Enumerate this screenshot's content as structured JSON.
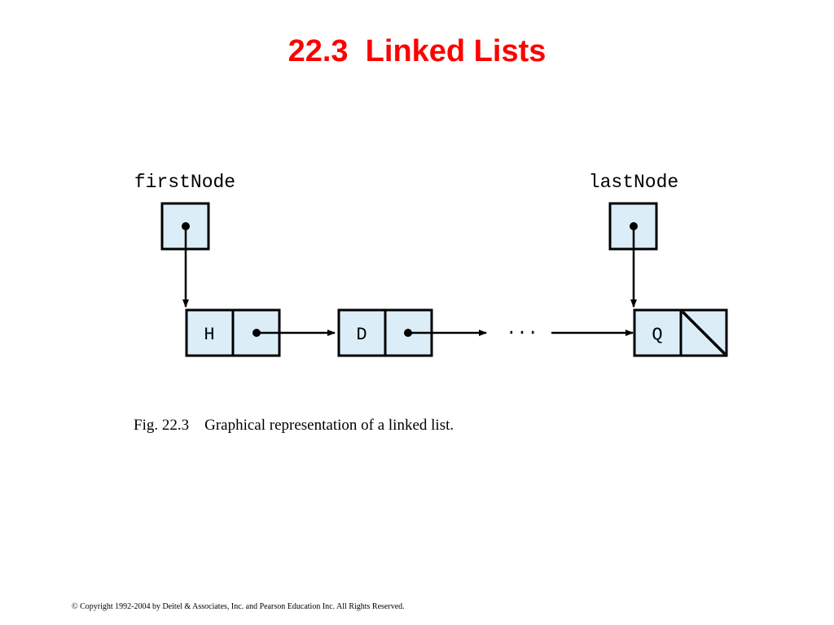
{
  "slide": {
    "title": "22.3  Linked Lists"
  },
  "diagram": {
    "first_ref_label": "firstNode",
    "last_ref_label": "lastNode",
    "nodes": [
      {
        "data": "H",
        "next": "pointer"
      },
      {
        "data": "D",
        "next": "pointer"
      },
      {
        "data": "Q",
        "next": "null"
      }
    ],
    "ellipsis": "...",
    "colors": {
      "cell_fill": "#dbeef8",
      "stroke": "#000000",
      "title": "#ff0000"
    }
  },
  "caption": {
    "figure": "Fig. 22.3",
    "text": "Graphical representation of a linked list."
  },
  "footer": {
    "copyright": "© Copyright 1992-2004 by Deitel & Associates, Inc. and Pearson Education Inc. All Rights Reserved."
  }
}
